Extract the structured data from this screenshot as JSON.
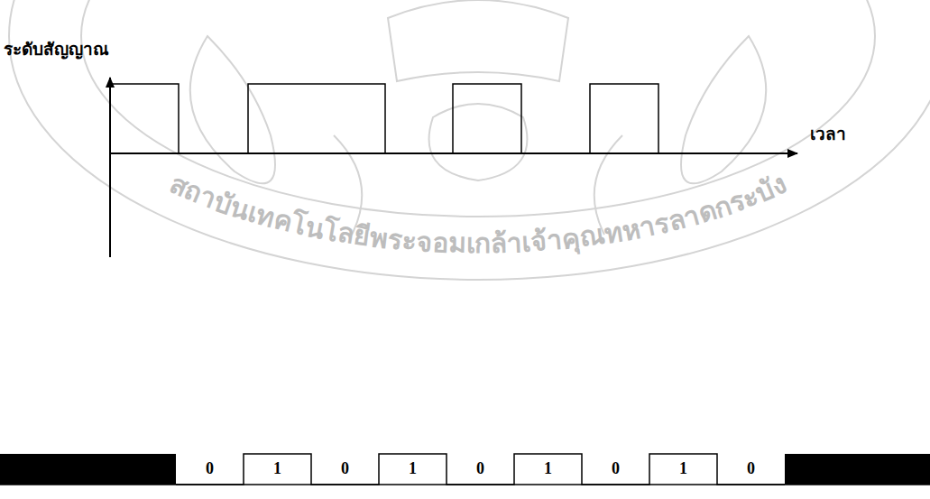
{
  "diagram": {
    "labels": [
      "ระดับสัญญาณ",
      "สถาบันเทคโนโลยีพระจอมเกล้าเจ้าคุณทหารลาดกระบัง",
      "เวลา",
      "0",
      "1",
      "0",
      "1",
      "0",
      "1",
      "0",
      "1",
      "0"
    ]
  }
}
